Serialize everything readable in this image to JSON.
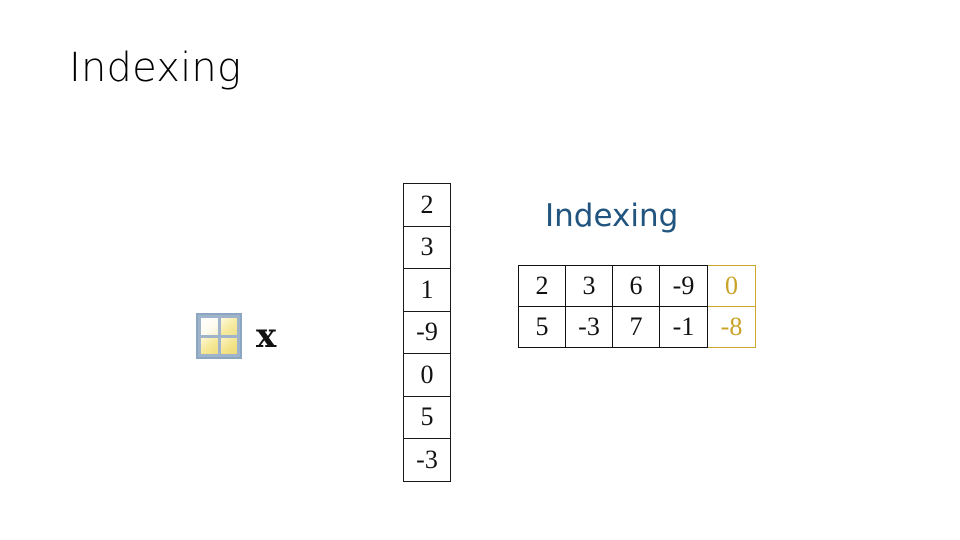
{
  "slide": {
    "title": "Indexing",
    "background_color": "#ffffff"
  },
  "excel_mark": {
    "icon_name": "excel-grid-icon",
    "x_label": "x",
    "grid_cells": [
      "",
      "",
      "",
      ""
    ],
    "border_color": "#8aa6c0",
    "fill_color": "#f3e488"
  },
  "column_table": {
    "name": "vector-column",
    "orientation": "vertical",
    "values": [
      "2",
      "3",
      "1",
      "-9",
      "0",
      "5",
      "-3"
    ],
    "border_color": "#1a1a1a",
    "text_color": "#111111"
  },
  "indexing_label": {
    "text": "Indexing",
    "color": "#21557f"
  },
  "matrix_table": {
    "name": "indexing-matrix",
    "rows": [
      [
        "2",
        "3",
        "6",
        "-9",
        "0"
      ],
      [
        "5",
        "-3",
        "7",
        "-1",
        "-8"
      ]
    ],
    "highlight_column_index": 4,
    "highlight_color": "#c9a227",
    "highlight_border_color": "#cca832",
    "border_color": "#111111",
    "text_color": "#111111"
  }
}
